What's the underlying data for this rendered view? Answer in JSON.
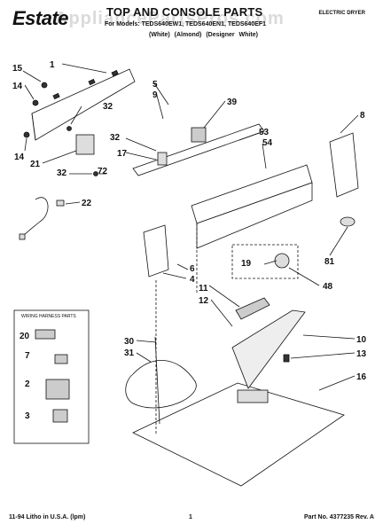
{
  "header": {
    "brand": "Estate",
    "title": "TOP AND CONSOLE PARTS",
    "models": "For Models: TEDS640EW1, TEDS640EN1, TEDS640EF1",
    "colors": "(White)    (Almond)  (Designer White)",
    "dryer_type": "ELECTRIC DRYER",
    "watermark": "AppliancePartsPros.com"
  },
  "callouts": [
    {
      "id": "c1",
      "label": "1"
    },
    {
      "id": "c15",
      "label": "15"
    },
    {
      "id": "c14a",
      "label": "14"
    },
    {
      "id": "c32a",
      "label": "32"
    },
    {
      "id": "c14b",
      "label": "14"
    },
    {
      "id": "c21",
      "label": "21"
    },
    {
      "id": "c32b",
      "label": "32"
    },
    {
      "id": "c72",
      "label": "72"
    },
    {
      "id": "c22",
      "label": "22"
    },
    {
      "id": "c5",
      "label": "5"
    },
    {
      "id": "c9",
      "label": "9"
    },
    {
      "id": "c39",
      "label": "39"
    },
    {
      "id": "c32c",
      "label": "32"
    },
    {
      "id": "c17",
      "label": "17"
    },
    {
      "id": "c53",
      "label": "53"
    },
    {
      "id": "c54",
      "label": "54"
    },
    {
      "id": "c8",
      "label": "8"
    },
    {
      "id": "c6",
      "label": "6"
    },
    {
      "id": "c4",
      "label": "4"
    },
    {
      "id": "c19",
      "label": "19"
    },
    {
      "id": "c81",
      "label": "81"
    },
    {
      "id": "c48",
      "label": "48"
    },
    {
      "id": "c11",
      "label": "11"
    },
    {
      "id": "c12",
      "label": "12"
    },
    {
      "id": "c30",
      "label": "30"
    },
    {
      "id": "c31",
      "label": "31"
    },
    {
      "id": "c10",
      "label": "10"
    },
    {
      "id": "c13",
      "label": "13"
    },
    {
      "id": "c16",
      "label": "16"
    }
  ],
  "kit_box": {
    "title": "WIRING HARNESS PARTS",
    "items": [
      "20",
      "7",
      "2",
      "3"
    ]
  },
  "footer": {
    "litho": "11-94 Litho in U.S.A. (lpm)",
    "page_number": "1",
    "part_number": "Part No. 4377235 Rev. A"
  }
}
